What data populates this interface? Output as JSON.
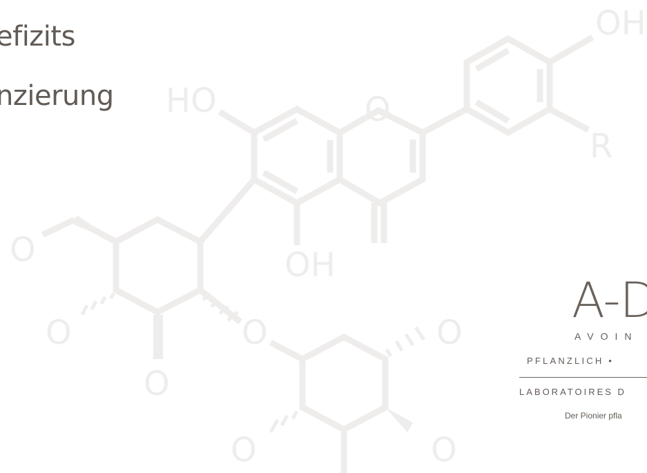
{
  "headings": {
    "line1": "efizits",
    "line2": "nzierung"
  },
  "molecule": {
    "labels": {
      "oh_top_right": "OH",
      "ho_left": "HO",
      "ring_oxygen": "O",
      "r_group": "R",
      "oh_bottom": "OH",
      "o_far_left": "O",
      "o_left_lower": "O",
      "o_bottom_left": "O",
      "o_bridge": "O",
      "o_right_upper": "O",
      "o_bottom_lower": "O",
      "o_bottom_right": "O"
    },
    "color": "#efedec"
  },
  "logo": {
    "mark": "A-D",
    "sub": "AVOIN",
    "tagline": "PFLANZLICH •",
    "company": "LABORATOIRES D",
    "slogan": "Der Pionier pfla",
    "color": "#625a54"
  }
}
